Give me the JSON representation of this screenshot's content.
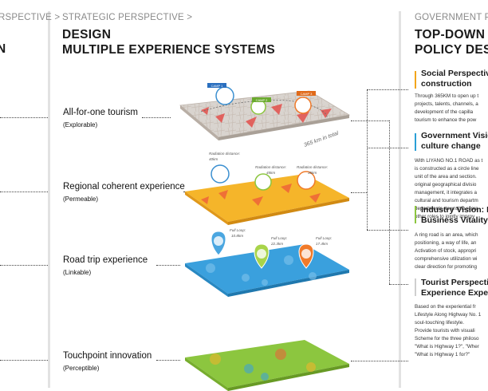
{
  "left_col": {
    "kicker": "RSPECTIVE >",
    "title_frag": "N"
  },
  "mid_col": {
    "kicker": "STRATEGIC PERSPECTIVE >",
    "title_line1": "DESIGN",
    "title_line2": "MULTIPLE EXPERIENCE SYSTEMS"
  },
  "rows": [
    {
      "title": "All-for-one tourism",
      "sub": "(Explorable)"
    },
    {
      "title": "Regional coherent experience",
      "sub": "(Permeable)"
    },
    {
      "title": "Road trip experience",
      "sub": "(Linkable)"
    },
    {
      "title": "Touchpoint innovation",
      "sub": "(Perceptible)"
    }
  ],
  "layers": {
    "map_caption": "365 km in total",
    "camp_labels": [
      "CAMP 1",
      "CAMP 2",
      "CAMP 3"
    ],
    "radiation_labels": [
      {
        "label": "Radiation distance:",
        "value": "40km"
      },
      {
        "label": "Radiation distance:",
        "value": "45km"
      },
      {
        "label": "Radiation distance:",
        "value": "35km"
      }
    ],
    "loop_labels": [
      {
        "label": "Full Loop:",
        "value": "10.8km"
      },
      {
        "label": "Full Loop:",
        "value": "22.3km"
      },
      {
        "label": "Full Loop:",
        "value": "17.4km"
      }
    ]
  },
  "right_col": {
    "kicker": "GOVERNMENT PE",
    "title_line1": "TOP-DOWN",
    "title_line2": "POLICY DESI"
  },
  "cards": [
    {
      "title_lines": [
        "Social Perspectiv",
        "construction"
      ],
      "accent": "#f2a51a",
      "body_lines": [
        "Through 365KM to open up t",
        "projects, talents, channels, a",
        "development of the capilla",
        "tourism to enhance the pow"
      ]
    },
    {
      "title_lines": [
        "Government Visio",
        "culture change"
      ],
      "accent": "#2a9fd6",
      "body_lines": [
        "With LIYANG NO.1 ROAD as t",
        "is constructed as a circle line",
        "unit of the area and section.",
        "original geographical divisio",
        "management, it integrates a",
        "cultural and tourism departm",
        "departments, township repre",
        "other roles to jointly improv"
      ]
    },
    {
      "title_lines": [
        "Industry Vision: P",
        "Business Vitality"
      ],
      "accent": "#8cc63f",
      "body_lines": [
        "A ring road is an area, which",
        "positioning, a way of life, an",
        "Activation of stock, appropri",
        "comprehensive utilization wi",
        "clear direction for promoting"
      ]
    },
    {
      "title_lines": [
        "Tourist Perspectiv",
        "Experience Expec"
      ],
      "accent": "#cfcfcf",
      "body_lines": [
        "Based on the experiential fr",
        "Lifestyle Along Highway No. 1",
        "soul-touching lifestyle.",
        "Provide tourists with visuali",
        "Scheme for the three philoso",
        "\"What is Highway 1?\", \"Wher",
        "\"What is Highway 1 for?\""
      ]
    }
  ]
}
